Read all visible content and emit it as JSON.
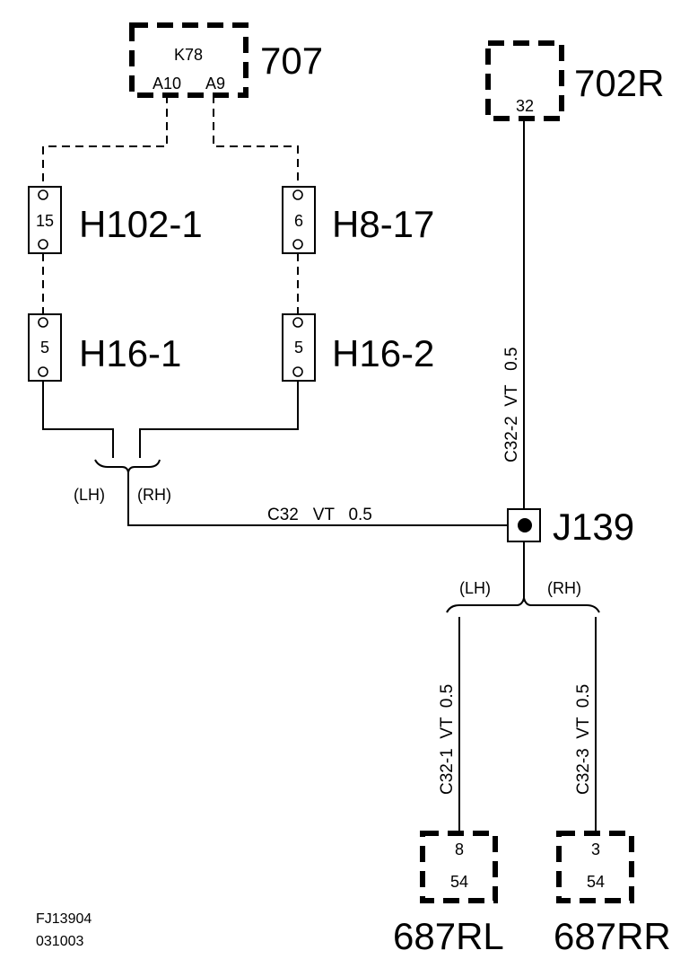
{
  "components": {
    "module_707": {
      "name": "K78",
      "pin_left": "A10",
      "pin_right": "A9",
      "label": "707"
    },
    "module_702r": {
      "pin": "32",
      "label": "702R"
    },
    "splice": {
      "label": "J139"
    },
    "lamp_rl": {
      "pin_top": "8",
      "pin_bottom": "54",
      "label": "687RL"
    },
    "lamp_rr": {
      "pin_top": "3",
      "pin_bottom": "54",
      "label": "687RR"
    }
  },
  "connectors": {
    "h102_1": {
      "pin": "15",
      "label": "H102-1"
    },
    "h8_17": {
      "pin": "6",
      "label": "H8-17"
    },
    "h16_1": {
      "pin": "5",
      "label": "H16-1"
    },
    "h16_2": {
      "pin": "5",
      "label": "H16-2"
    }
  },
  "wires": {
    "c32": "C32   VT   0.5",
    "c32_2": "C32-2  VT   0.5",
    "c32_1": "C32-1  VT  0.5",
    "c32_3": "C32-3  VT  0.5"
  },
  "variants": {
    "upper_lh": "(LH)",
    "upper_rh": "(RH)",
    "lower_lh": "(LH)",
    "lower_rh": "(RH)"
  },
  "footer": {
    "figure_id": "FJ13904",
    "date_code": "031003"
  }
}
